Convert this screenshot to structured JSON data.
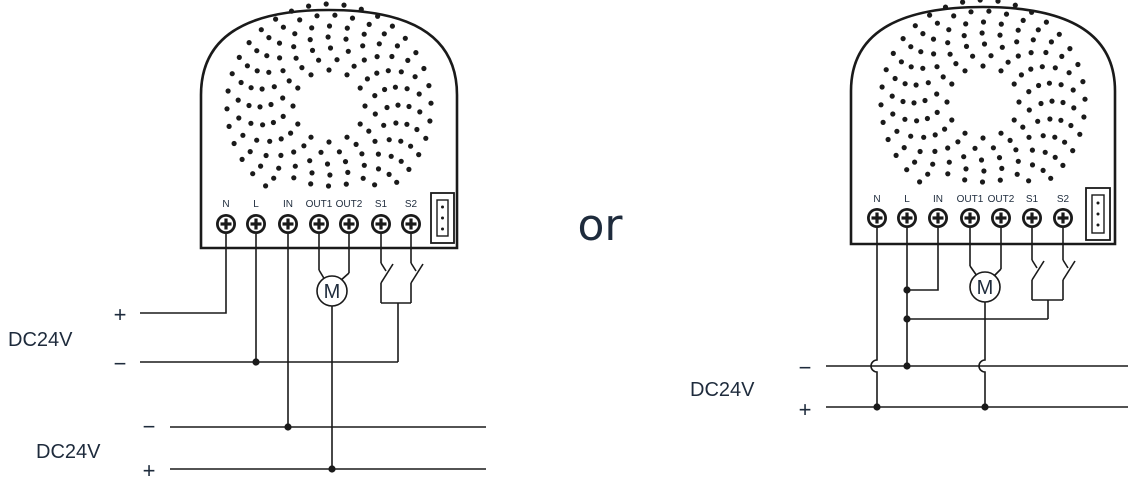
{
  "separator": "or",
  "left": {
    "terminals": [
      "N",
      "L",
      "IN",
      "OUT1",
      "OUT2",
      "S1",
      "S2"
    ],
    "motor": "M",
    "supply1": {
      "label": "DC24V",
      "plus": "+",
      "minus": "−"
    },
    "supply2": {
      "label": "DC24V",
      "plus": "+",
      "minus": "−"
    }
  },
  "right": {
    "terminals": [
      "N",
      "L",
      "IN",
      "OUT1",
      "OUT2",
      "S1",
      "S2"
    ],
    "motor": "M",
    "supply": {
      "label": "DC24V",
      "plus": "+",
      "minus": "−"
    }
  }
}
